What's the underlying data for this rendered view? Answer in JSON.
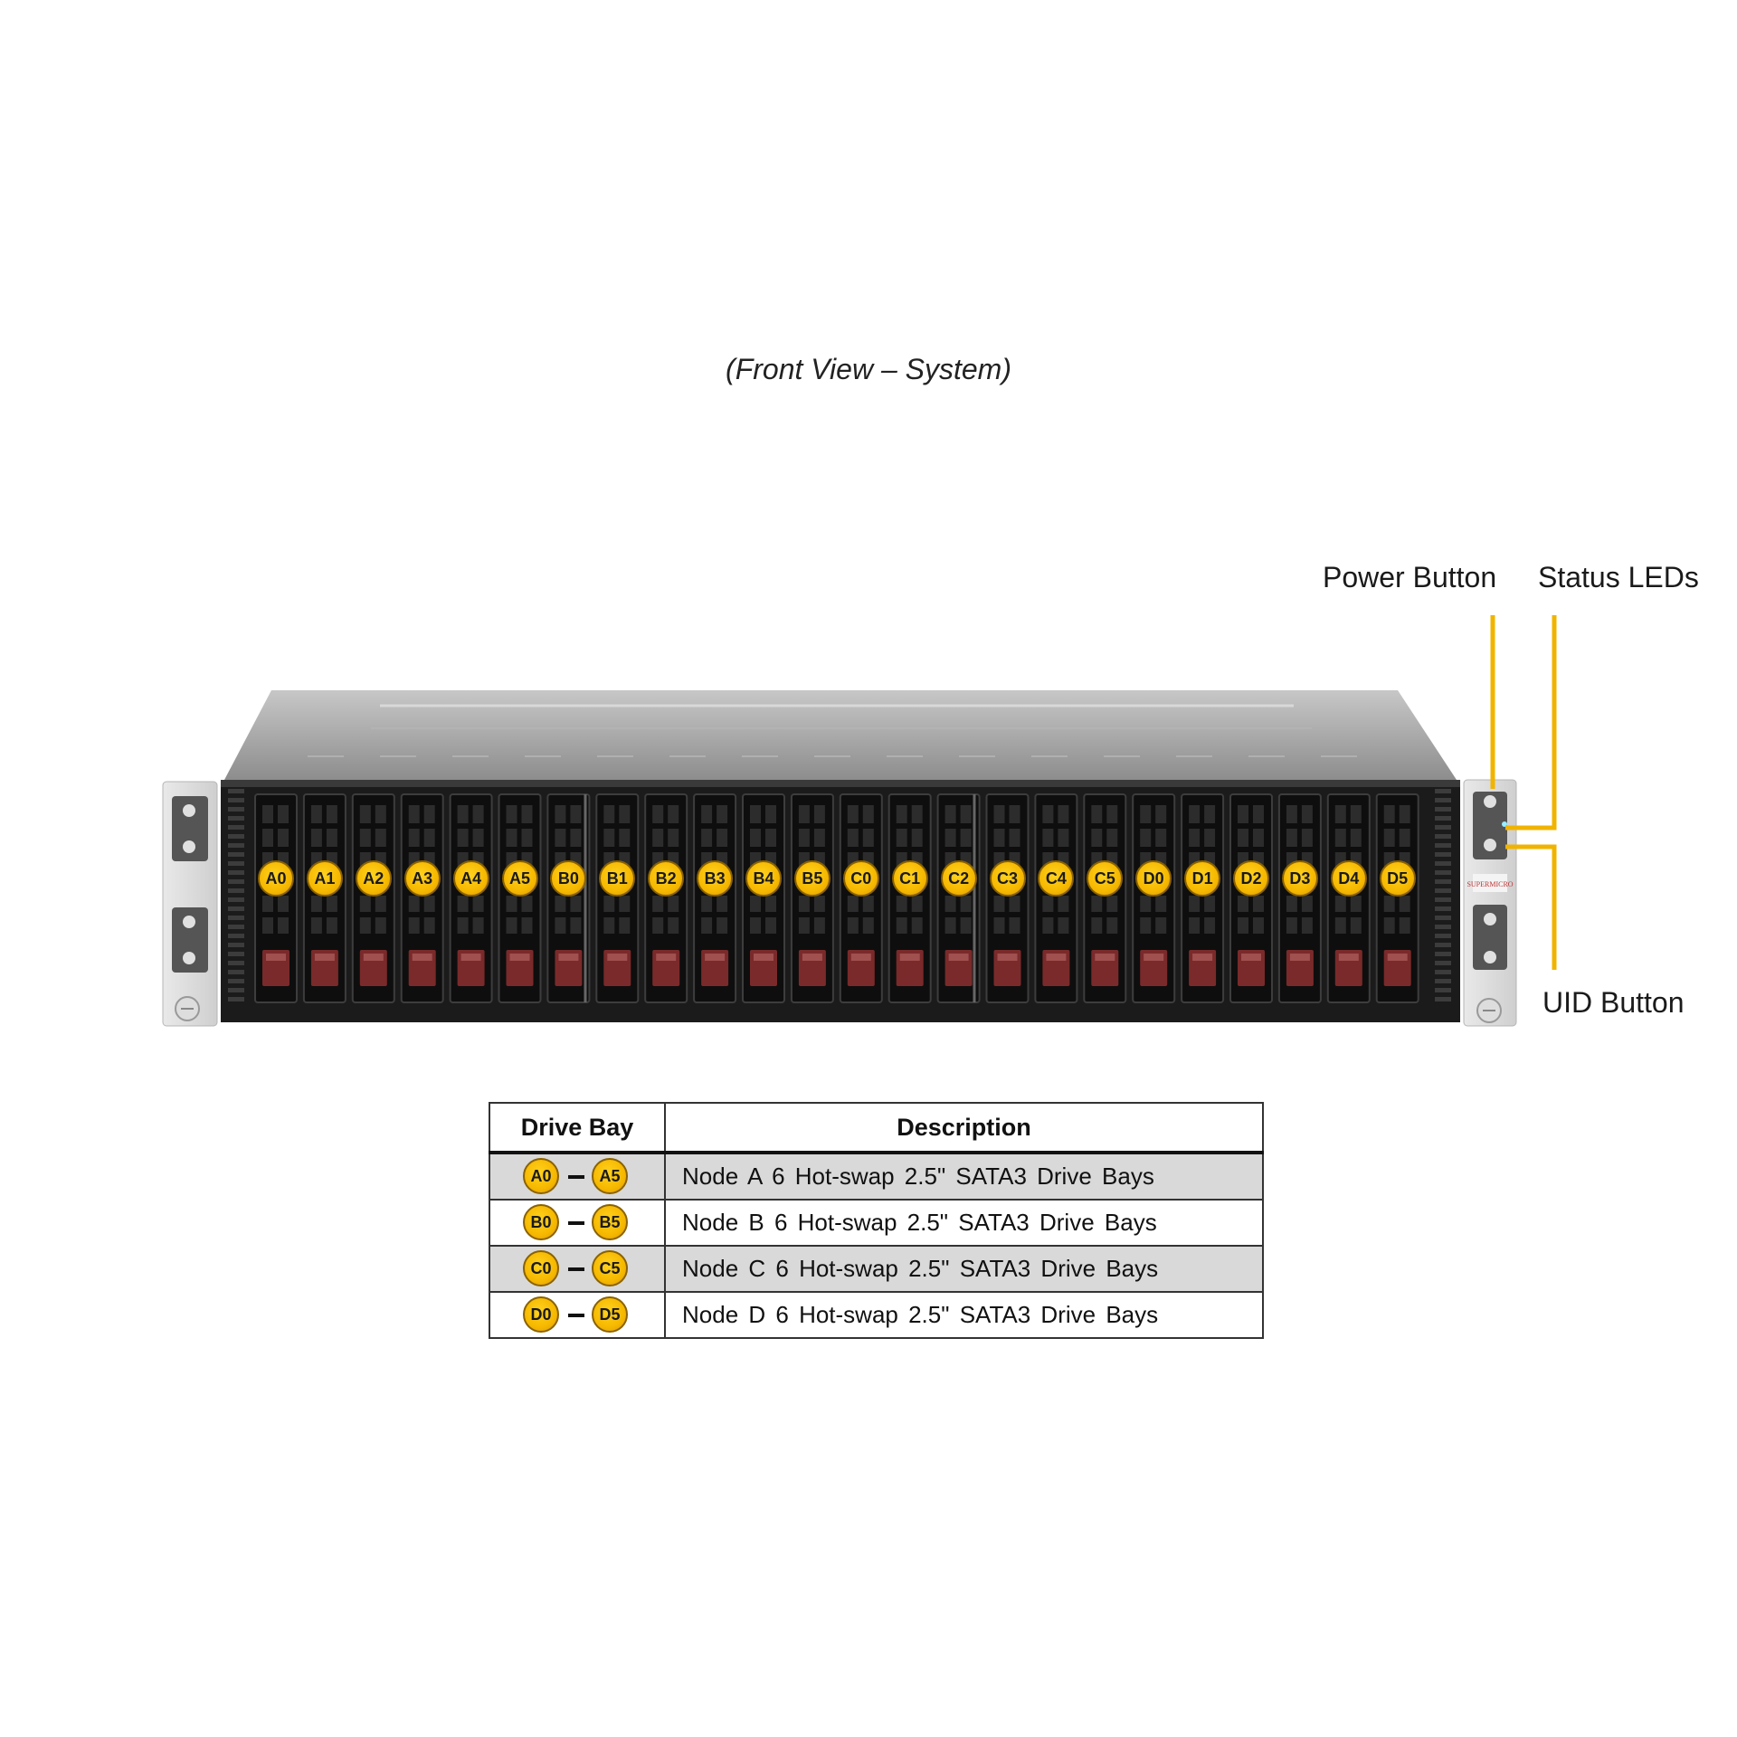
{
  "caption": "(Front View – System)",
  "callouts": {
    "power_button": "Power Button",
    "status_leds": "Status LEDs",
    "uid_button": "UID Button"
  },
  "bays": [
    "A0",
    "A1",
    "A2",
    "A3",
    "A4",
    "A5",
    "B0",
    "B1",
    "B2",
    "B3",
    "B4",
    "B5",
    "C0",
    "C1",
    "C2",
    "C3",
    "C4",
    "C5",
    "D0",
    "D1",
    "D2",
    "D3",
    "D4",
    "D5"
  ],
  "table": {
    "headers": [
      "Drive Bay",
      "Description"
    ],
    "rows": [
      {
        "from": "A0",
        "to": "A5",
        "description": "Node A 6 Hot-swap 2.5\" SATA3 Drive Bays"
      },
      {
        "from": "B0",
        "to": "B5",
        "description": "Node B 6 Hot-swap 2.5\" SATA3 Drive Bays"
      },
      {
        "from": "C0",
        "to": "C5",
        "description": "Node C 6 Hot-swap 2.5\" SATA3 Drive Bays"
      },
      {
        "from": "D0",
        "to": "D5",
        "description": "Node D 6 Hot-swap 2.5\" SATA3 Drive Bays"
      }
    ]
  },
  "colors": {
    "callout_line": "#f0b400",
    "badge": "#f6b800",
    "drive_latch": "#7a2a2a",
    "chassis_front": "#1a1a1a",
    "chassis_top": "#9a9a9a"
  },
  "icons": [
    "power-button-icon",
    "uid-button-icon",
    "status-led-icon",
    "thumbscrew-icon",
    "supermicro-logo"
  ]
}
